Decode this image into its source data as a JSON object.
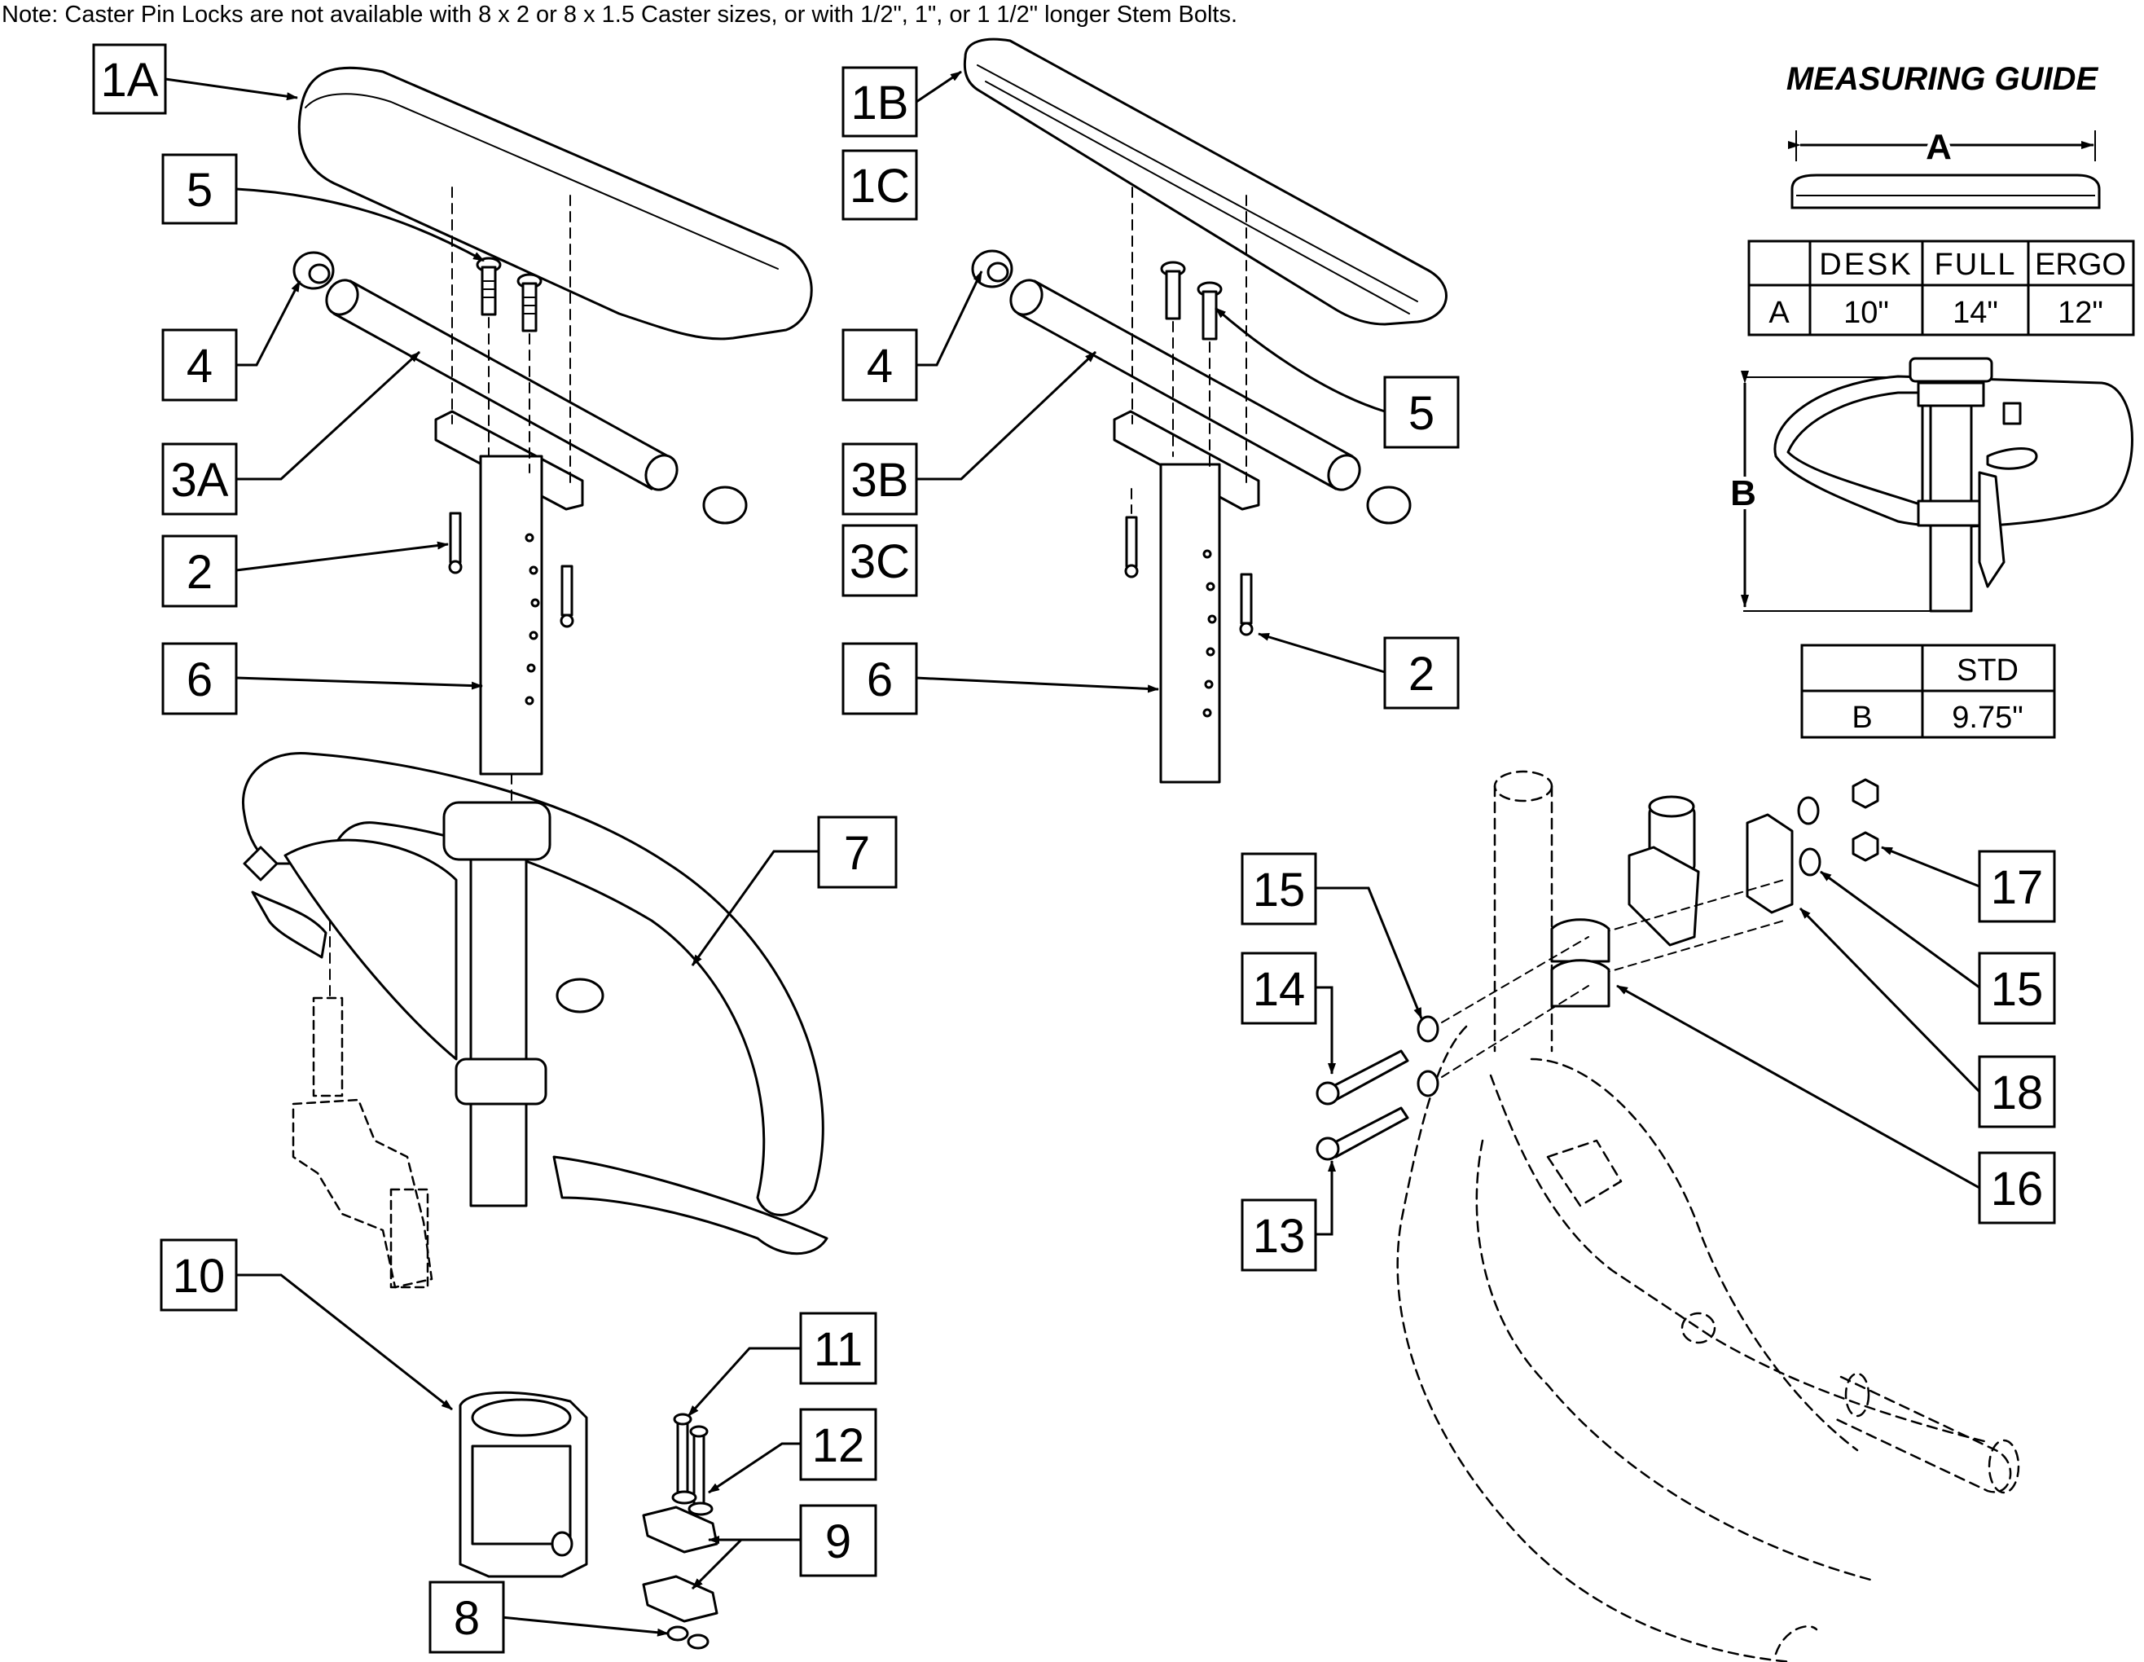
{
  "note": "Note: Caster Pin Locks are not available with 8 x 2 or 8 x 1.5 Caster sizes, or with 1/2\", 1\", or 1 1/2\" longer Stem Bolts.",
  "callouts": [
    "1A",
    "5",
    "4",
    "3A",
    "2",
    "6",
    "1B",
    "1C",
    "4",
    "5",
    "3B",
    "3C",
    "2",
    "6",
    "7",
    "10",
    "11",
    "12",
    "9",
    "8",
    "15",
    "14",
    "13",
    "17",
    "15",
    "18",
    "16"
  ],
  "measuring_guide": {
    "title": "MEASURING GUIDE",
    "dim_a": "A",
    "dim_b": "B",
    "table_a": {
      "headers": [
        "",
        "DESK",
        "FULL",
        "ERGO"
      ],
      "rows": [
        [
          "A",
          "10\"",
          "14\"",
          "12\""
        ]
      ]
    },
    "table_b": {
      "headers": [
        "",
        "STD"
      ],
      "rows": [
        [
          "B",
          "9.75\""
        ]
      ]
    }
  },
  "colors": {
    "line": "#000000",
    "paper": "#ffffff"
  }
}
